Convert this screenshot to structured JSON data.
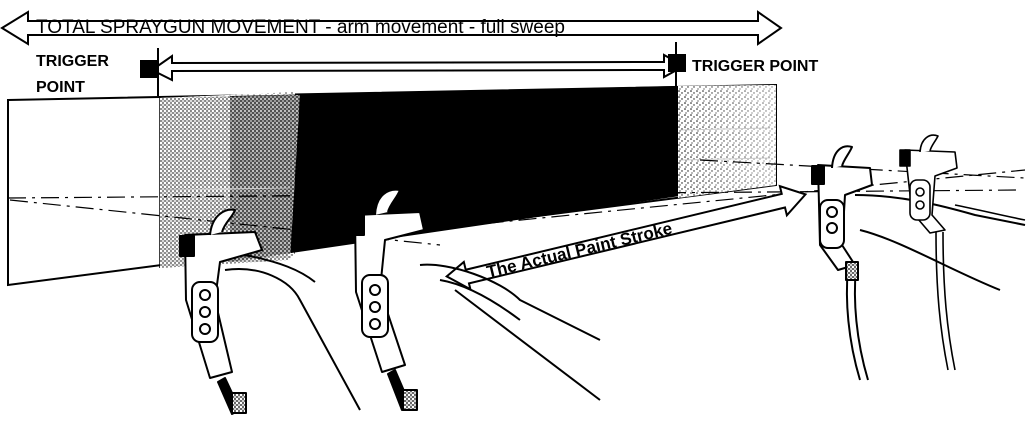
{
  "labels": {
    "total_movement": "TOTAL SPRAYGUN MOVEMENT - arm movement - full sweep",
    "trigger_left_line1": "TRIGGER",
    "trigger_left_line2": "POINT",
    "trigger_right": "TRIGGER POINT",
    "paint_stroke": "The Actual Paint Stroke"
  },
  "colors": {
    "ink": "#000000",
    "paper": "#ffffff",
    "speckle": "#8a8a8a"
  },
  "icons": {
    "left_gun": "spray-gun-icon",
    "middle_gun": "spray-gun-icon",
    "right_gun_near": "spray-gun-icon",
    "right_gun_far": "spray-gun-icon"
  }
}
